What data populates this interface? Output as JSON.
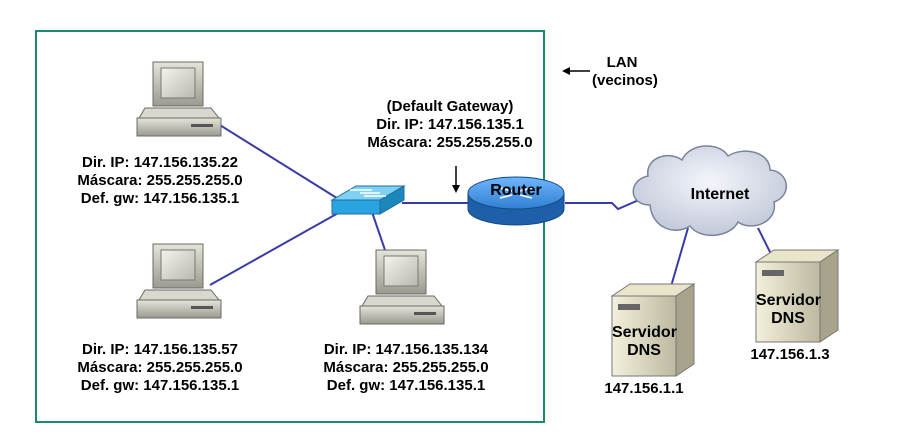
{
  "lan_label": {
    "line1": "LAN",
    "line2": "(vecinos)"
  },
  "gateway": {
    "title": "(Default Gateway)",
    "ip": "Dir. IP: 147.156.135.1",
    "mask": "Máscara: 255.255.255.0"
  },
  "router_label": "Router",
  "internet_label": "Internet",
  "pc1": {
    "ip": "Dir. IP: 147.156.135.22",
    "mask": "Máscara: 255.255.255.0",
    "gw": "Def. gw: 147.156.135.1"
  },
  "pc2": {
    "ip": "Dir. IP: 147.156.135.57",
    "mask": "Máscara: 255.255.255.0",
    "gw": "Def. gw: 147.156.135.1"
  },
  "pc3": {
    "ip": "Dir. IP: 147.156.135.134",
    "mask": "Máscara: 255.255.255.0",
    "gw": "Def. gw: 147.156.135.1"
  },
  "dns1": {
    "line1": "Servidor",
    "line2": "DNS",
    "ip": "147.156.1.1"
  },
  "dns2": {
    "line1": "Servidor",
    "line2": "DNS",
    "ip": "147.156.1.3"
  },
  "colors": {
    "lan_border": "#1a8c6e",
    "link": "#3a3aa8",
    "router": "#2f7fd0",
    "switch": "#29a4e0",
    "cloud": "#d7dde9"
  }
}
